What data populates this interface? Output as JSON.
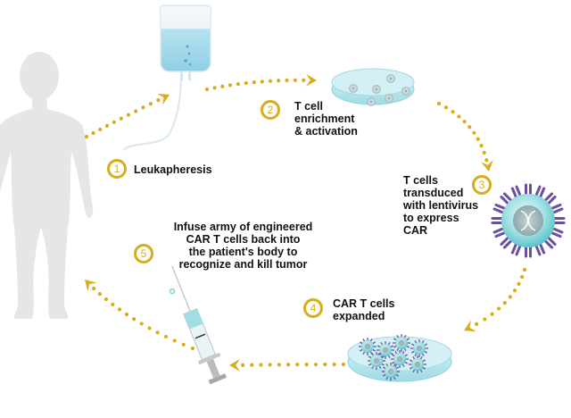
{
  "colors": {
    "accent": "#d9ac1b",
    "silhouette": "#e6e6e6",
    "fluid": "#a9dcec",
    "dish": "#bfe8ee",
    "cell": "#7fd4d9",
    "receptor": "#6b4fa0",
    "text": "#111111"
  },
  "steps": [
    {
      "number": "1",
      "label": "Leukapheresis"
    },
    {
      "number": "2",
      "label": "T cell\nenrichment\n& activation"
    },
    {
      "number": "3",
      "label": "T cells\ntransduced\nwith lentivirus\nto express\nCAR"
    },
    {
      "number": "4",
      "label": "CAR T cells\nexpanded"
    },
    {
      "number": "5",
      "label": "Infuse army of engineered\nCAR T cells back into\nthe patient's body to\nrecognize and kill tumor"
    }
  ],
  "illustrations": {
    "patient": "human-silhouette",
    "bag": "iv-bag",
    "dish1": "petri-dish-t-cells",
    "car_cell": "car-t-cell-with-dna",
    "dish2": "petri-dish-car-t-cells",
    "syringe": "syringe"
  }
}
